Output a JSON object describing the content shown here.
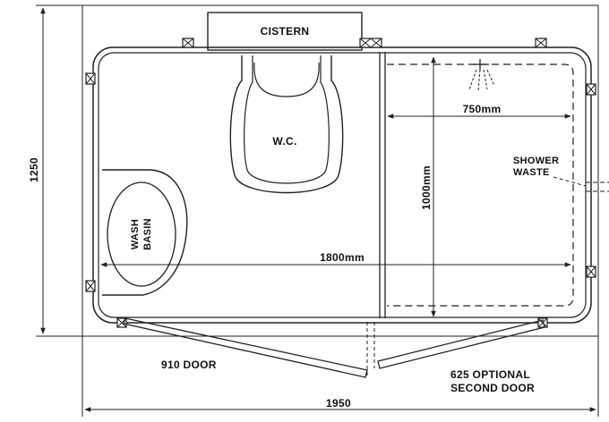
{
  "diagram": {
    "labels": {
      "cistern": "CISTERN",
      "wc": "W.C.",
      "wash": "WASH",
      "basin": "BASIN",
      "shower": "SHOWER",
      "waste": "WASTE",
      "door_910": "910 DOOR",
      "door_625_line1": "625 OPTIONAL",
      "door_625_line2": "SECOND DOOR"
    },
    "dimensions": {
      "overall_width": "1950",
      "overall_height": "1250",
      "interior_width": "1800mm",
      "shower_width": "750mm",
      "shower_depth": "1000mm"
    }
  }
}
